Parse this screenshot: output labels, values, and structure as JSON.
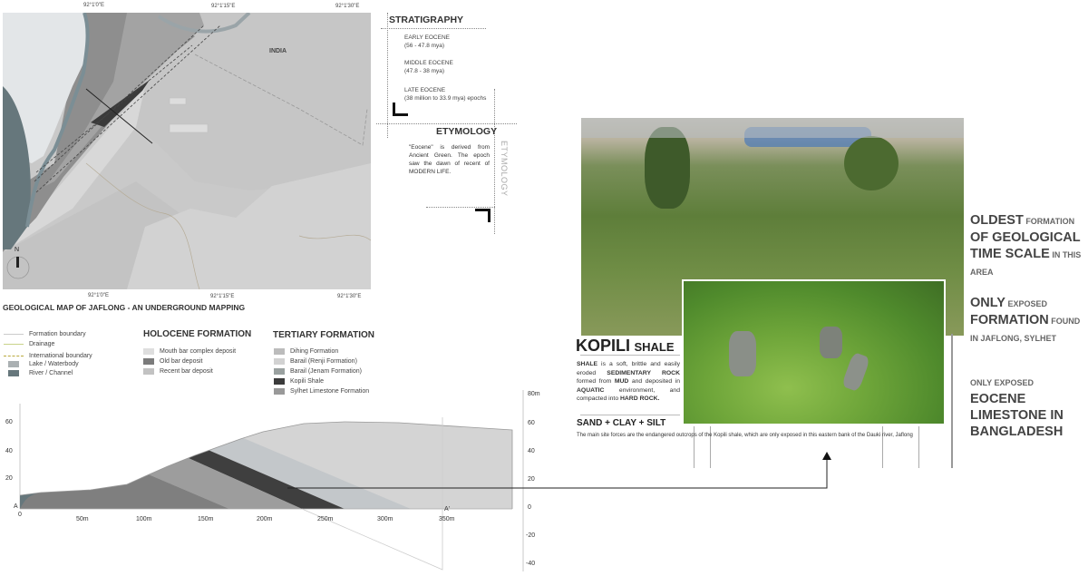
{
  "map": {
    "title": "GEOLOGICAL MAP OF JAFLONG - AN UNDERGROUND MAPPING",
    "coords_top": [
      "92°1'0\"E",
      "92°1'15\"E",
      "92°1'30\"E"
    ],
    "coords_bottom": [
      "92°1'0\"E",
      "92°1'15\"E",
      "92°1'30\"E"
    ],
    "country_label": "INDIA",
    "north_label": "N"
  },
  "legend": {
    "general": [
      {
        "label": "Formation boundary",
        "type": "line",
        "color": "#cfcfcf"
      },
      {
        "label": "Drainage",
        "type": "line",
        "color": "#c9d38a"
      },
      {
        "label": "International boundary",
        "type": "dashed",
        "color": "#b9a93e"
      },
      {
        "label": "Lake / Waterbody",
        "type": "swatch",
        "color": "#aab0b2"
      },
      {
        "label": "River / Channel",
        "type": "swatch",
        "color": "#66777c"
      }
    ],
    "holocene": {
      "title": "HOLOCENE FORMATION",
      "items": [
        {
          "label": "Mouth bar complex deposit",
          "color": "#dedede"
        },
        {
          "label": "Old bar deposit",
          "color": "#7b7b7b"
        },
        {
          "label": "Recent bar deposit",
          "color": "#c2c2c2"
        }
      ]
    },
    "tertiary": {
      "title": "TERTIARY FORMATION",
      "items": [
        {
          "label": "Dihing Formation",
          "color": "#bcbcbc"
        },
        {
          "label": "Barail (Renji Formation)",
          "color": "#d2d2d2"
        },
        {
          "label": "Barail (Jenam Formation)",
          "color": "#9aa1a0"
        },
        {
          "label": "Kopili Shale",
          "color": "#3b3b3b"
        },
        {
          "label": "Sylhet Limestone Formation",
          "color": "#999999"
        }
      ]
    }
  },
  "stratigraphy": {
    "title": "STRATIGRAPHY",
    "epochs": [
      {
        "name": "EARLY EOCENE",
        "range": "(56 - 47.8 mya)"
      },
      {
        "name": "MIDDLE EOCENE",
        "range": "(47.8 - 38 mya)"
      },
      {
        "name": "LATE EOCENE",
        "range": "(38 million to 33.9 mya) epochs"
      }
    ]
  },
  "etymology": {
    "title": "ETYMOLOGY",
    "text": "\"Eocene\" is derived from Ancient Green. The epoch saw the dawn of recent of MODERN LIFE.",
    "vertical_label": "ETYMOLOGY"
  },
  "section": {
    "left_ticks": [
      "60",
      "40",
      "20",
      "0"
    ],
    "right_ticks": [
      "80m",
      "60",
      "40",
      "20",
      "0",
      "-20",
      "-40"
    ],
    "x_ticks": [
      "0",
      "50m",
      "100m",
      "150m",
      "200m",
      "250m",
      "300m",
      "350m"
    ],
    "start_label": "A",
    "end_label": "A'"
  },
  "kopili": {
    "title_bold": "KOPILI",
    "title_rest": "SHALE",
    "description": [
      {
        "t": "SHALE",
        "b": true
      },
      {
        "t": " is a soft, brittle and easily eroded ",
        "b": false
      },
      {
        "t": "SEDIMENTARY ROCK",
        "b": true
      },
      {
        "t": " formed from ",
        "b": false
      },
      {
        "t": "MUD",
        "b": true
      },
      {
        "t": " and deposited in ",
        "b": false
      },
      {
        "t": "AQUATIC",
        "b": true
      },
      {
        "t": " environment, and compacted into ",
        "b": false
      },
      {
        "t": "HARD ROCK.",
        "b": true
      }
    ],
    "composition": "SAND + CLAY + SILT",
    "caption": "The main site forces are the endangered outcrops of the Kopili shale, which are only exposed in this eastern bank of the Dauki river, Jaflong"
  },
  "facts": [
    [
      {
        "t": "OLDEST",
        "s": "l"
      },
      {
        "t": " FORMATION ",
        "s": "s"
      },
      {
        "t": "OF GEOLOGICAL TIME SCALE",
        "s": "l"
      },
      {
        "t": " IN THIS AREA",
        "s": "s"
      }
    ],
    [
      {
        "t": "ONLY",
        "s": "l"
      },
      {
        "t": " EXPOSED ",
        "s": "s"
      },
      {
        "t": "FORMATION",
        "s": "l"
      },
      {
        "t": " FOUND IN JAFLONG, SYLHET",
        "s": "s"
      }
    ],
    [
      {
        "t": "ONLY EXPOSED ",
        "s": "s"
      },
      {
        "t": "EOCENE LIMESTONE IN BANGLADESH",
        "s": "l"
      }
    ]
  ]
}
